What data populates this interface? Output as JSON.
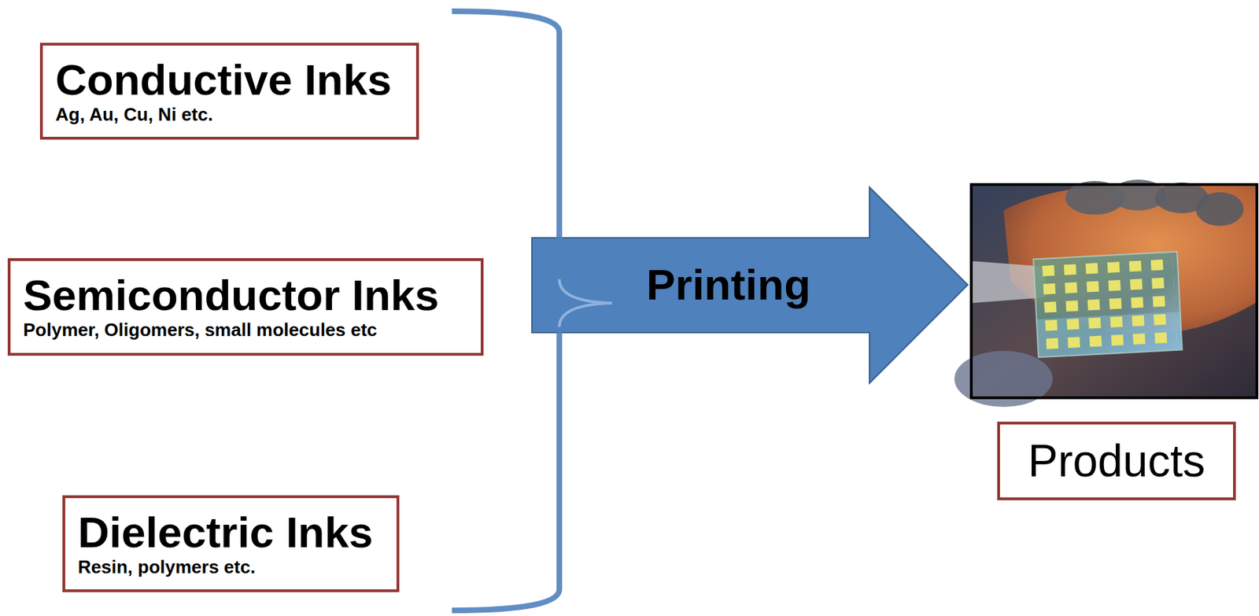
{
  "diagram": {
    "nodes": [
      {
        "text": [
          "Conductive Inks",
          "Ag, Au, Cu, Ni etc."
        ]
      },
      {
        "text": [
          "Semiconductor Inks",
          "Polymer, Oligomers, small molecules etc"
        ]
      },
      {
        "text": [
          "Dielectric Inks",
          "Resin, polymers etc."
        ]
      },
      {
        "text": [
          "Products"
        ]
      }
    ],
    "labels": [
      "Printing"
    ]
  }
}
